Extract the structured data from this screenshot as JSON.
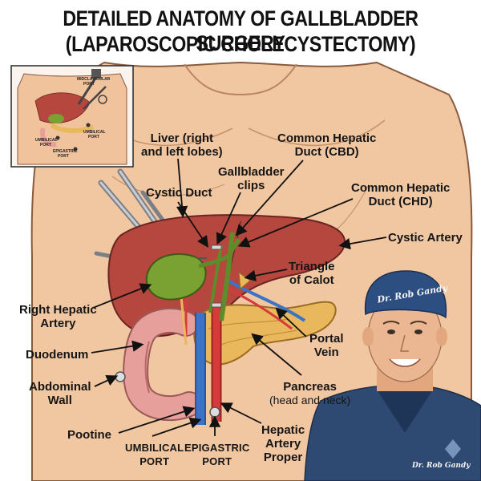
{
  "title": {
    "line1": "DETAILED ANATOMY OF GALLBLADDER SURGERY",
    "line2": "(LAPAROSCOPIC CHOLECYSTECTOMY)"
  },
  "inset": {
    "labels": {
      "midclavicular": "MIDCLAVICULAR",
      "midclavicular_port": "PORT",
      "umbilical": "UMBILICAL",
      "umbilical_port": "PORT",
      "umbilical2": "UMBILICAL",
      "umbilical2_port": "PORT",
      "epigastric": "EPIGASTRIC",
      "epigastric_port": "PORT"
    }
  },
  "labels": {
    "liver_1": "Liver (right",
    "liver_2": "and left lobes)",
    "chd_top_1": "Common Hepatic",
    "chd_top_2": "Duct (CBD)",
    "gb_clips_1": "Gallbladder",
    "gb_clips_2": "clips",
    "cystic_duct": "Cystic Duct",
    "chd_right_1": "Common Hepatic",
    "chd_right_2": "Duct (CHD)",
    "cystic_artery": "Cystic Artery",
    "triangle_1": "Triangle",
    "triangle_2": "of Calot",
    "rha_1": "Right Hepatic",
    "rha_2": "Artery",
    "portal_1": "Portal",
    "portal_2": "Vein",
    "duodenum": "Duodenum",
    "abdominal_1": "Abdominal",
    "abdominal_2": "Wall",
    "pancreas_1": "Pancreas",
    "pancreas_2": "(head and neck)",
    "pootine": "Pootine",
    "umbilical_1": "UMBILICAL",
    "umbilical_2": "PORT",
    "epigastric_1": "EPIGASTRIC",
    "epigastric_2": "PORT",
    "hap_1": "Hepatic",
    "hap_2": "Artery",
    "hap_3": "Proper"
  },
  "doctor": {
    "cap_text": "Dr. Rob Gandy",
    "scrub_text": "Dr. Rob Gandy"
  },
  "colors": {
    "skin": "#f1c7a2",
    "liver": "#b5473f",
    "gallbladder": "#7aa232",
    "pancreas": "#eab85c",
    "duodenum": "#e79f9b",
    "vena": "#3b73c7",
    "artery": "#d63a3a",
    "scrubs": "#2e4a72"
  }
}
